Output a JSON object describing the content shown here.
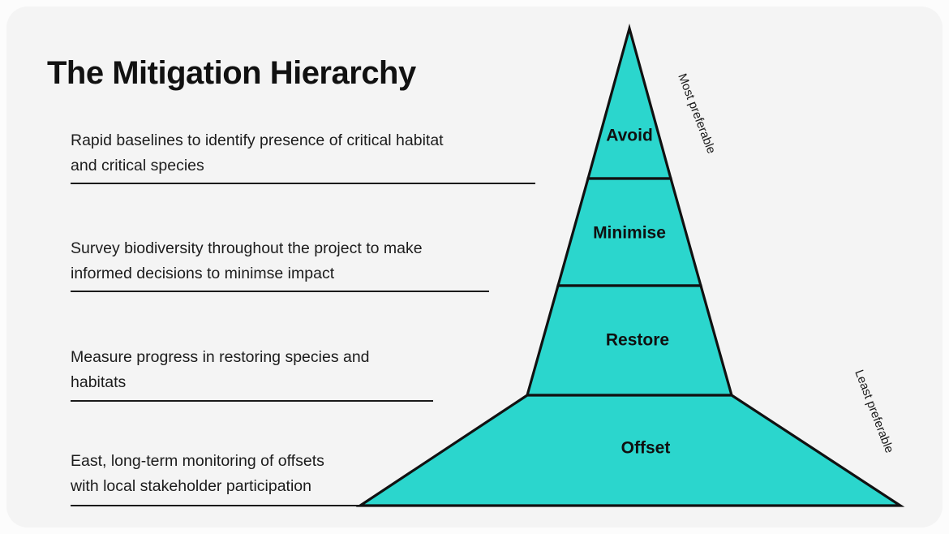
{
  "page": {
    "title": "The Mitigation Hierarchy",
    "background_color": "#fcfcfc",
    "card_color": "#f4f4f4",
    "accent_color": "#2bd6cd",
    "line_color": "#111111",
    "text_color": "#1c1c1c"
  },
  "chart_data": {
    "type": "pyramid",
    "title": "The Mitigation Hierarchy",
    "orientation": "apex-top",
    "tier_count": 4,
    "ranking_axis": {
      "top_label": "Most preferable",
      "bottom_label": "Least preferable"
    },
    "tiers": [
      {
        "rank": 1,
        "label": "Avoid",
        "description_line1": "Rapid baselines to identify presence of critical habitat",
        "description_line2": "and critical species"
      },
      {
        "rank": 2,
        "label": "Minimise",
        "description_line1": "Survey biodiversity throughout the project to make",
        "description_line2": "informed decisions to minimse impact"
      },
      {
        "rank": 3,
        "label": "Restore",
        "description_line1": "Measure progress in restoring species and",
        "description_line2": "habitats"
      },
      {
        "rank": 4,
        "label": "Offset",
        "description_line1": "East, long-term monitoring of offsets",
        "description_line2": "with local stakeholder participation"
      }
    ]
  }
}
